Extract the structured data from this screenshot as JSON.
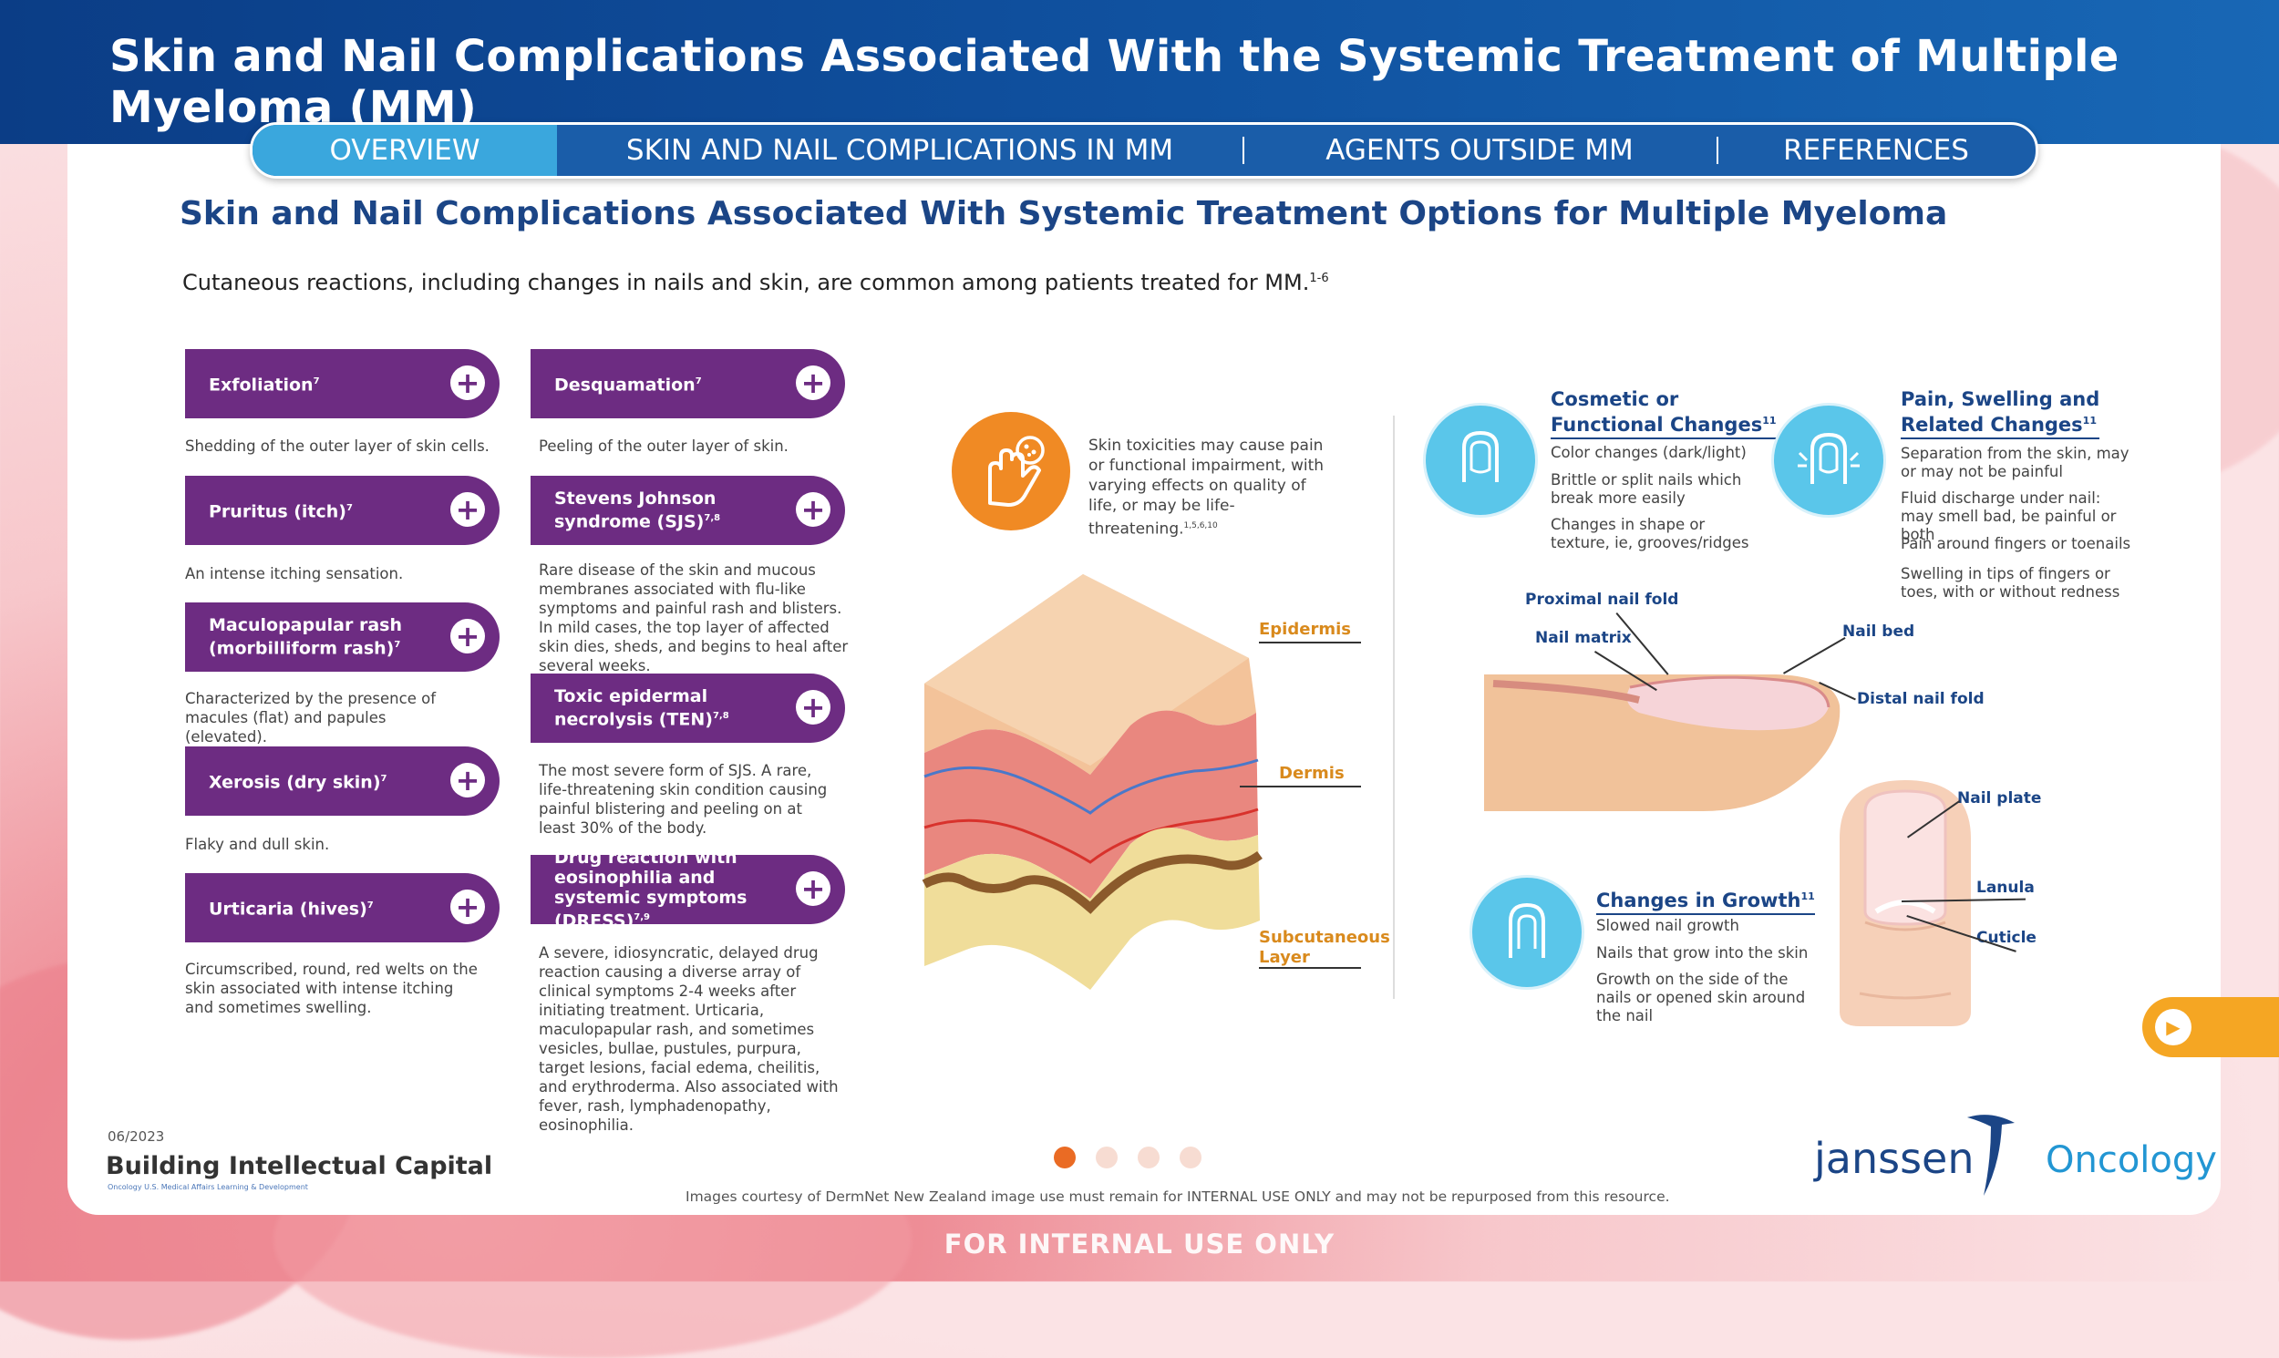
{
  "header": {
    "title": "Skin and Nail Complications Associated With the Systemic Treatment of Multiple Myeloma (MM)"
  },
  "nav": {
    "tabs": [
      "OVERVIEW",
      "SKIN AND NAIL COMPLICATIONS IN MM",
      "AGENTS OUTSIDE MM",
      "REFERENCES"
    ],
    "active_index": 0
  },
  "content": {
    "subtitle": "Skin and Nail Complications Associated With Systemic Treatment Options for Multiple Myeloma",
    "intro": "Cutaneous reactions, including changes in nails and skin, are common among patients treated for MM.",
    "intro_ref": "1-6"
  },
  "left_column": [
    {
      "title": "Exfoliation",
      "ref": "7",
      "desc": "Shedding of the outer layer of skin cells."
    },
    {
      "title": "Pruritus (itch)",
      "ref": "7",
      "desc": "An intense itching sensation."
    },
    {
      "title": "Maculopapular rash (morbilliform rash)",
      "ref": "7",
      "desc": "Characterized by the presence of macules (flat) and papules (elevated)."
    },
    {
      "title": "Xerosis (dry skin)",
      "ref": "7",
      "desc": "Flaky and dull skin."
    },
    {
      "title": "Urticaria (hives)",
      "ref": "7",
      "desc": "Circumscribed, round, red welts on the skin associated with intense itching and sometimes swelling."
    }
  ],
  "middle_column": [
    {
      "title": "Desquamation",
      "ref": "7",
      "desc": "Peeling of the outer layer of skin."
    },
    {
      "title": "Stevens Johnson syndrome (SJS)",
      "ref": "7,8",
      "desc": "Rare disease of the skin and mucous membranes associated with flu-like symptoms and painful rash and blisters. In mild cases, the top layer of affected skin dies, sheds, and begins to heal after several weeks."
    },
    {
      "title": "Toxic epidermal necrolysis (TEN)",
      "ref": "7,8",
      "desc": "The most severe form of SJS. A rare, life-threatening skin condition causing painful blistering and peeling on at least 30% of the body."
    },
    {
      "title": "Drug reaction with eosinophilia and systemic symptoms (DRESS)",
      "ref": "7,9",
      "desc": "A severe, idiosyncratic, delayed drug reaction causing a diverse array of clinical symptoms 2-4 weeks after initiating treatment. Urticaria, maculopapular rash, and sometimes vesicles, bullae, pustules, purpura, target lesions, facial edema, cheilitis, and erythroderma. Also associated with fever, rash, lymphadenopathy, eosinophilia."
    }
  ],
  "skin_diagram": {
    "toxicity_text": "Skin toxicities may cause pain or functional impairment, with varying effects on quality of life, or may be life-threatening.",
    "toxicity_ref": "1,5,6,10",
    "labels": {
      "epidermis": "Epidermis",
      "dermis": "Dermis",
      "subcutaneous_1": "Subcutaneous",
      "subcutaneous_2": "Layer"
    }
  },
  "nail_sections": {
    "cosmetic": {
      "title_1": "Cosmetic or",
      "title_2": "Functional Changes",
      "ref": "11",
      "bullets": [
        "Color changes (dark/light)",
        "Brittle or split nails which break more easily",
        "Changes in shape or texture, ie, grooves/ridges"
      ]
    },
    "pain": {
      "title_1": "Pain, Swelling and",
      "title_2": "Related Changes",
      "ref": "11",
      "bullets": [
        "Separation from the skin, may or may not be painful",
        "Fluid discharge under nail: may smell bad, be painful or both",
        "Pain around fingers or toenails",
        "Swelling in tips of fingers or toes, with or without redness"
      ]
    },
    "growth": {
      "title": "Changes in Growth",
      "ref": "11",
      "bullets": [
        "Slowed nail growth",
        "Nails that grow into the skin",
        "Growth on the side of the nails or opened skin around the nail"
      ]
    }
  },
  "nail_diagram": {
    "labels": {
      "proximal_nail_fold": "Proximal nail fold",
      "nail_matrix": "Nail matrix",
      "nail_bed": "Nail bed",
      "distal_nail_fold": "Distal nail fold",
      "nail_plate": "Nail plate",
      "lanula": "Lanula",
      "cuticle": "Cuticle"
    }
  },
  "pager": {
    "count": 4,
    "active": 0
  },
  "footer": {
    "date": "06/2023",
    "brand": "Building Intellectual Capital",
    "brand_sub": "Oncology U.S. Medical Affairs Learning & Development",
    "credits": "Images courtesy of DermNet New Zealand image use must remain for INTERNAL USE ONLY and may not be repurposed from this resource.",
    "janssen": "janssen",
    "oncology": "Oncology",
    "internal": "FOR INTERNAL USE ONLY"
  },
  "colors": {
    "header": "#0f4f9d",
    "pill": "#6d2c82",
    "accent_blue": "#5ac6ea",
    "accent_orange": "#f08a24",
    "title_blue": "#1b4586"
  }
}
